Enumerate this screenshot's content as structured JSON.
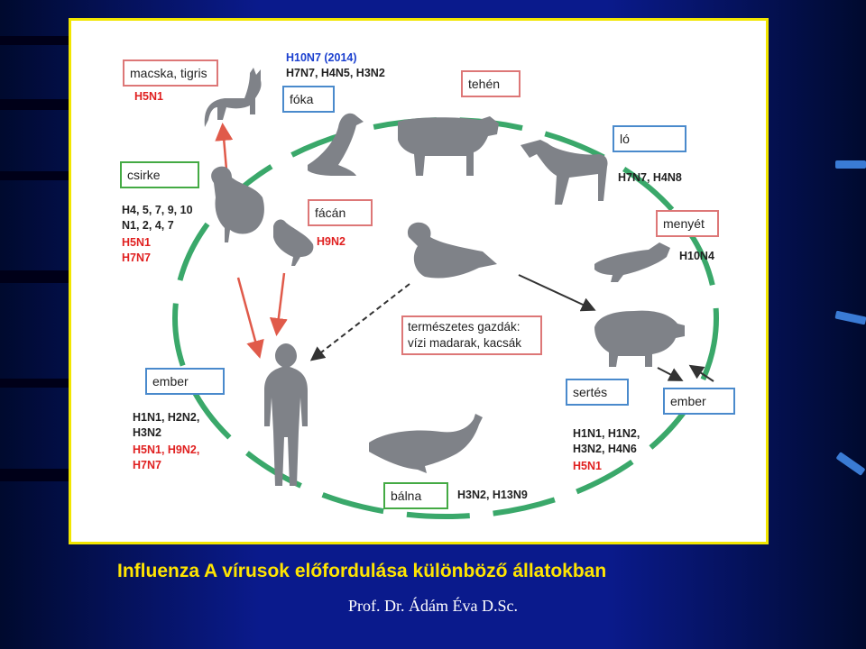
{
  "title": "Influenza A vírusok előfordulása különböző állatokban",
  "author": "Prof. Dr. Ádám Éva D.Sc.",
  "colors": {
    "accent_title": "#ffe500",
    "red_subtype": "#e02020",
    "blue_label": "#1a3fcf",
    "cycle_green": "#3aa86a"
  },
  "hosts": {
    "cat": {
      "label": "macska, tigris",
      "red": "H5N1"
    },
    "seal": {
      "label": "fóka",
      "top": "H10N7 (2014)",
      "black": "H7N7, H4N5, H3N2"
    },
    "cow": {
      "label": "tehén"
    },
    "horse": {
      "label": "ló",
      "black": "H7N7, H4N8"
    },
    "chicken": {
      "label": "csirke",
      "black1": "H4, 5, 7, 9, 10",
      "black2": "N1, 2, 4, 7",
      "red1": "H5N1",
      "red2": "H7N7"
    },
    "pheasant": {
      "label": "fácán",
      "red": "H9N2"
    },
    "weasel": {
      "label": "menyét",
      "black": "H10N4"
    },
    "center": {
      "line1": "természetes gazdák:",
      "line2": "vízi madarak, kacsák"
    },
    "human_left": {
      "label": "ember",
      "black1": "H1N1, H2N2,",
      "black2": "H3N2",
      "red1": "H5N1, H9N2,",
      "red2": "H7N7"
    },
    "pig": {
      "label": "sertés",
      "black1": "H1N1, H1N2,",
      "black2": "H3N2, H4N6",
      "red": "H5N1"
    },
    "human_right": {
      "label": "ember"
    },
    "whale": {
      "label": "bálna",
      "black": "H3N2, H13N9"
    }
  },
  "icons": [
    "cat-icon",
    "seal-icon",
    "cow-icon",
    "horse-icon",
    "chicken-icon",
    "pheasant-icon",
    "duck-icon",
    "weasel-icon",
    "pig-icon",
    "human-icon",
    "whale-icon"
  ]
}
